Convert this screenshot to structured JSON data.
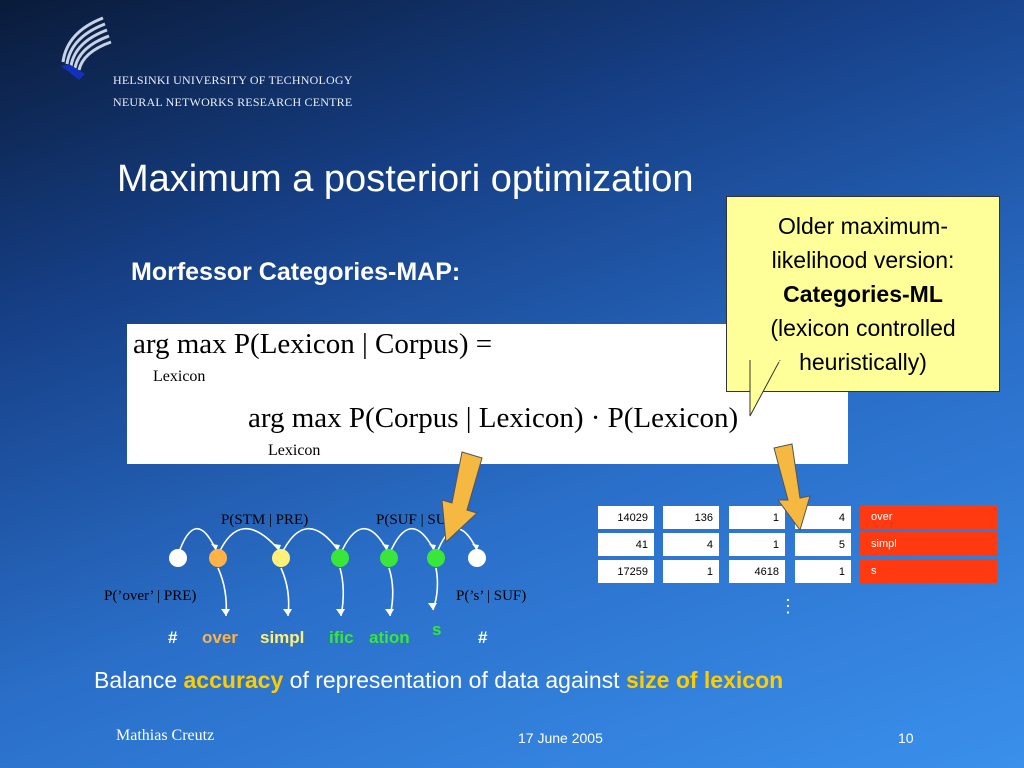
{
  "header": {
    "line1": "HELSINKI UNIVERSITY OF TECHNOLOGY",
    "line2": "NEURAL NETWORKS RESEARCH CENTRE"
  },
  "title": "Maximum a posteriori optimization",
  "subtitle": "Morfessor Categories-MAP:",
  "formula": {
    "line1": "arg max P(Lexicon | Corpus) =",
    "sub1": "Lexicon",
    "line2": "arg max P(Corpus | Lexicon) · P(Lexicon)",
    "sub2": "Lexicon"
  },
  "callout": {
    "line1": "Older maximum-",
    "line2": "likelihood version:",
    "line3": "Categories-ML",
    "line4": "(lexicon controlled",
    "line5": "heuristically)"
  },
  "hmm": {
    "label_stm_pre": "P(STM | PRE)",
    "label_suf_suf": "P(SUF | SUF)",
    "label_over_pre": "P(’over’ | PRE)",
    "label_s_suf": "P(’s’ | SUF)",
    "morphs": [
      "#",
      "over",
      "simpl",
      "ific",
      "ation",
      "s",
      "#"
    ],
    "morph_colors": [
      "#ffffff",
      "#ffb347",
      "#fff07a",
      "#39e639",
      "#39e639",
      "#39e639",
      "#ffffff"
    ]
  },
  "table": {
    "rows": [
      [
        "14029",
        "136",
        "1",
        "4"
      ],
      [
        "41",
        "4",
        "1",
        "5"
      ],
      [
        "17259",
        "1",
        "4618",
        "1"
      ]
    ],
    "words": [
      "over",
      "simpl",
      "s"
    ],
    "ellipsis": "⋮"
  },
  "bottom": {
    "prefix": "Balance ",
    "accuracy": "accuracy",
    "middle": " of representation of data against ",
    "size": "size of lexicon"
  },
  "footer": {
    "author": "Mathias Creutz",
    "date": "17 June 2005",
    "page": "10"
  },
  "colors": {
    "highlight": "#ffcc00",
    "callout_bg": "#ffff99",
    "table_red": "#ff3a10",
    "arrow_fill": "#f5b942"
  }
}
